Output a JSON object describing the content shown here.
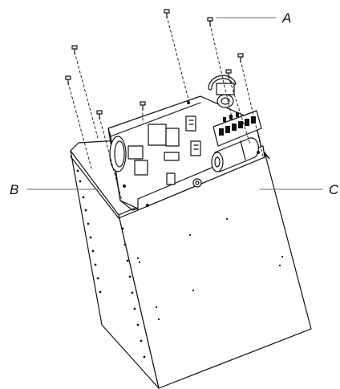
{
  "diagram": {
    "callouts": [
      {
        "id": "A",
        "label": "A",
        "target": "mounting-screw"
      },
      {
        "id": "B",
        "label": "B",
        "target": "enclosure-left-side"
      },
      {
        "id": "C",
        "label": "C",
        "target": "enclosure-right-side"
      }
    ]
  }
}
